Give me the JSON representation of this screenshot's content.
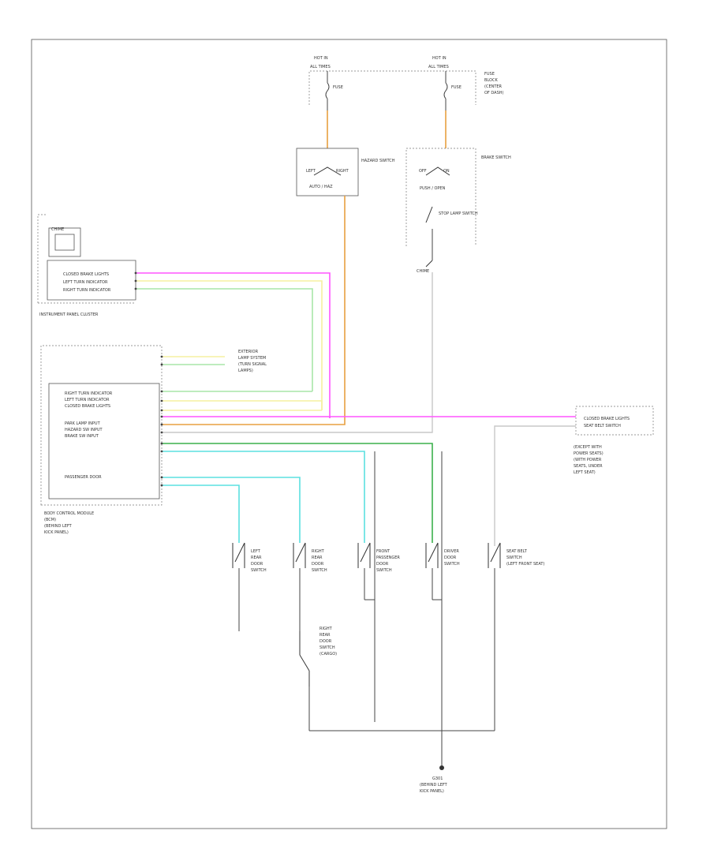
{
  "diagram": {
    "footer_code": "",
    "hot_labels": [
      "HOT IN",
      "HOT IN"
    ],
    "hot_sub": [
      "ALL TIMES",
      "ALL TIMES"
    ],
    "fuse_labels": [
      "FUSE",
      "FUSE"
    ],
    "hazard_switch_label": "HAZARD SWITCH",
    "brake_switch_label": "BRAKE SWITCH",
    "stop_lamp_switch": "STOP LAMP SWITCH",
    "hazard_pos": [
      "LEFT",
      "RIGHT"
    ],
    "brake_pos": [
      "OFF",
      "ON"
    ],
    "hazard_sub": "AUTO / HAZ",
    "brake_sub": "PUSH / OPEN",
    "fuse_block_note": [
      "FUSE",
      "BLOCK",
      "(CENTER",
      "OF DASH)"
    ],
    "chime_label": "CHIME",
    "cluster_rows": [
      "CLOSED BRAKE LIGHTS",
      "LEFT TURN INDICATOR",
      "RIGHT TURN INDICATOR"
    ],
    "cluster_title": "INSTRUMENT PANEL CLUSTER",
    "bcm_top_rows": [
      "",
      ""
    ],
    "bcm_outputs": [
      "EXTERIOR",
      "LAMP SYSTEM",
      "(TURN SIGNAL",
      "LAMPS)"
    ],
    "bcm_rows": [
      "RIGHT TURN INDICATOR",
      "LEFT TURN INDICATOR",
      "CLOSED BRAKE LIGHTS",
      "",
      "PARK LAMP INPUT",
      "HAZARD SW INPUT",
      "BRAKE SW INPUT",
      "",
      "",
      "PASSENGER DOOR"
    ],
    "bcm_title": [
      "BODY CONTROL MODULE",
      "(BCM)",
      "(BEHIND LEFT",
      "KICK PANEL)"
    ],
    "right_box_rows": [
      "CLOSED BRAKE LIGHTS",
      "SEAT BELT SWITCH"
    ],
    "right_note": [
      "(EXCEPT WITH",
      "POWER SEATS)",
      "(WITH POWER",
      "SEATS, UNDER",
      "LEFT SEAT)"
    ],
    "door_switches": [
      {
        "label": [
          "LEFT",
          "REAR",
          "DOOR",
          "SWITCH"
        ]
      },
      {
        "label": [
          "RIGHT",
          "REAR",
          "DOOR",
          "SWITCH"
        ]
      },
      {
        "label": [
          "FRONT",
          "PASSENGER",
          "DOOR",
          "SWITCH"
        ]
      },
      {
        "label": [
          "DRIVER",
          "DOOR",
          "SWITCH"
        ]
      },
      {
        "label": [
          "SEAT BELT",
          "SWITCH",
          "(LEFT FRONT SEAT)"
        ]
      }
    ],
    "rear_door_note": [
      "RIGHT",
      "REAR",
      "DOOR",
      "SWITCH",
      "(CARGO)"
    ],
    "ground_label": [
      "G301",
      "(BEHIND LEFT",
      "KICK PANEL)"
    ],
    "wire_colors": {
      "pink": "#ff55ff",
      "yellow": "#f5f0a0",
      "light_green": "#a8e6a8",
      "green": "#3cb04c",
      "orange": "#e8a040",
      "cyan": "#5ce0e0",
      "gray": "#c8c8c8"
    }
  }
}
